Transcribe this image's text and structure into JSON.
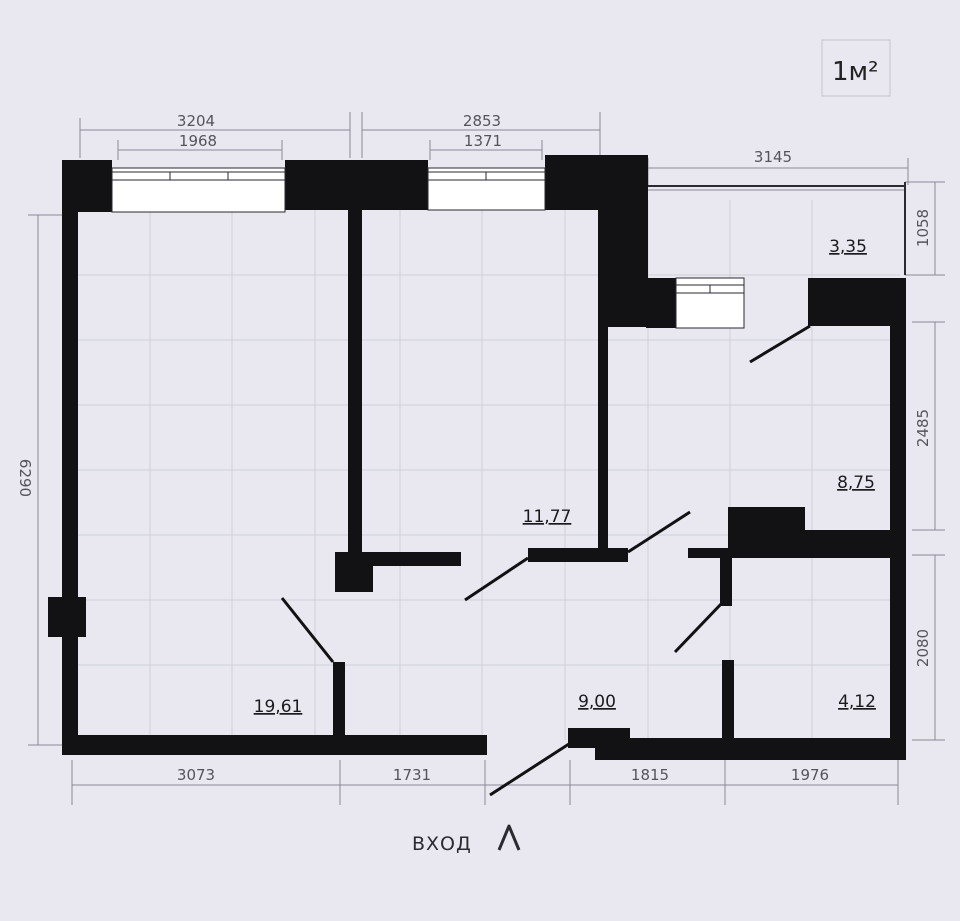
{
  "scale_label": "1м²",
  "entrance_label": "ВХОД",
  "areas": {
    "room_left": "19,61",
    "room_middle": "11,77",
    "balcony": "3,35",
    "kitchen": "8,75",
    "hallway": "9,00",
    "bathroom": "4,12"
  },
  "dimensions": {
    "top_left_room": "3204",
    "top_left_window": "1968",
    "top_middle_room": "2853",
    "top_middle_window": "1371",
    "balcony_width": "3145",
    "balcony_depth": "1058",
    "kitchen_depth": "2485",
    "bathroom_depth": "2080",
    "left_height": "6290",
    "bottom_1": "3073",
    "bottom_2": "1731",
    "bottom_3": "1815",
    "bottom_4": "1976"
  },
  "colors": {
    "wall": "#121215",
    "grid": "#cfcfd9",
    "dim_line": "#8a8994",
    "background": "#e9e8f0"
  }
}
